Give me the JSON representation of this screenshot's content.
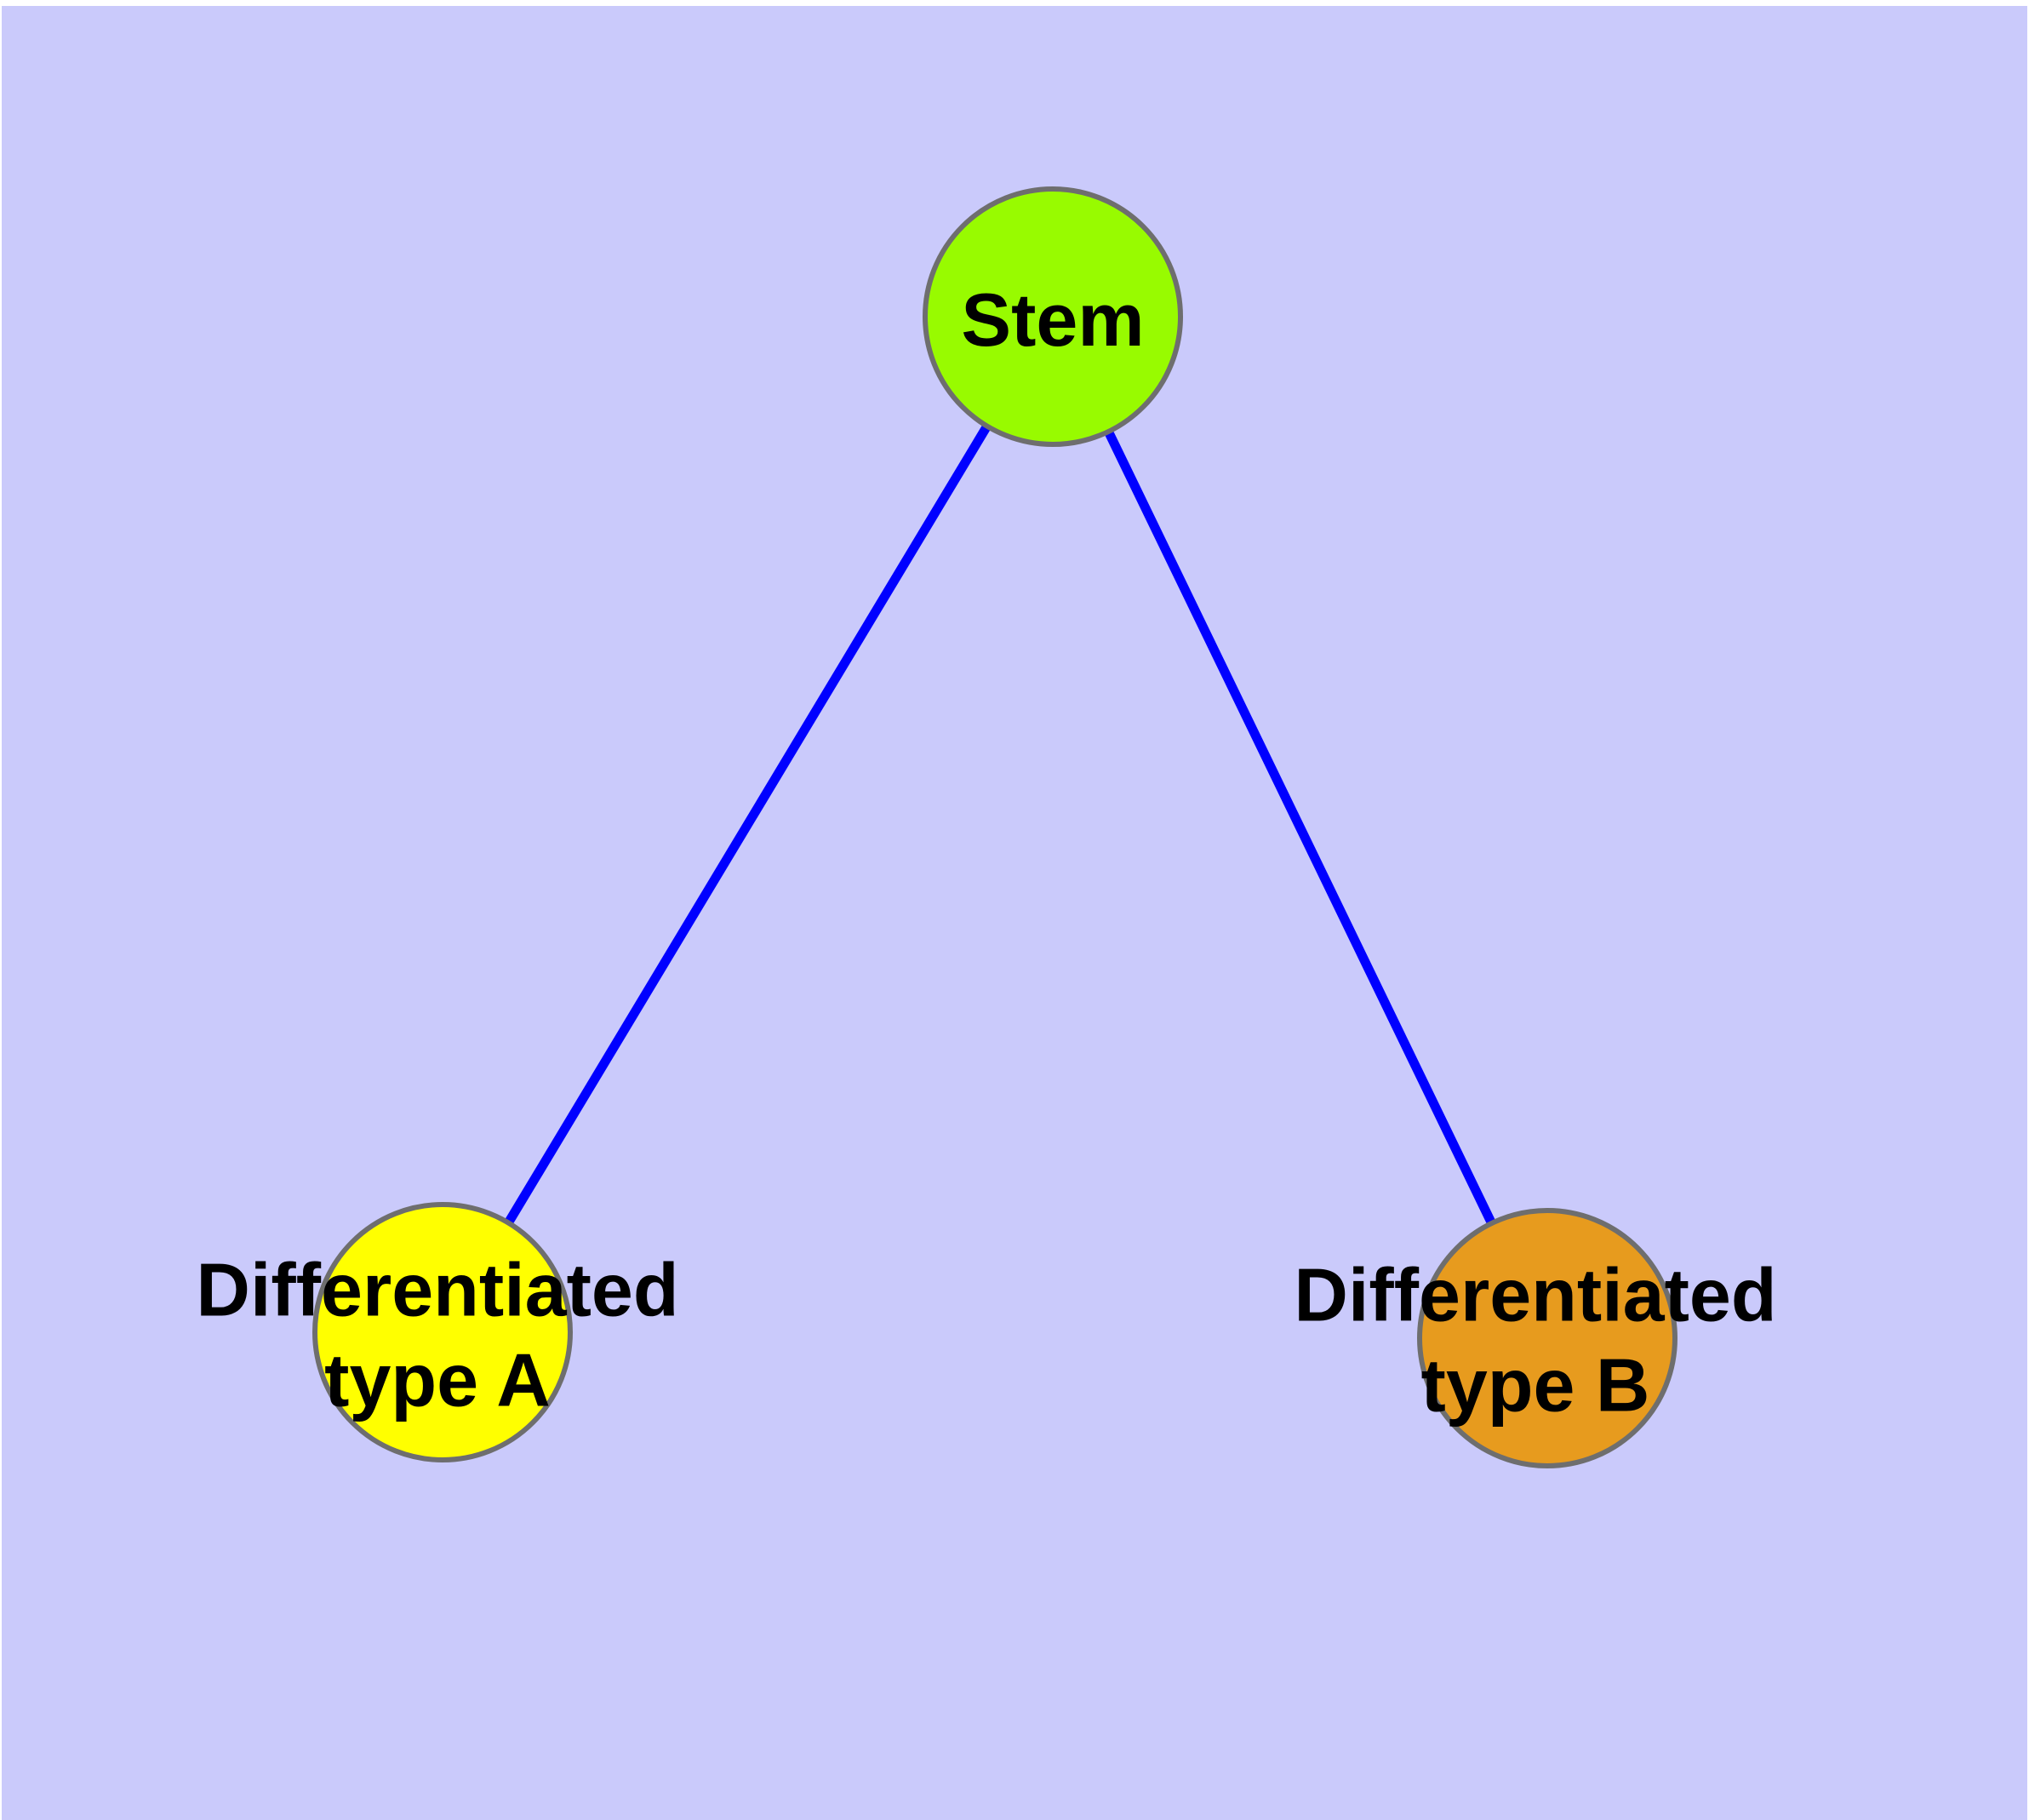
{
  "diagram": {
    "type": "graph",
    "description": "Stem cell differentiation network: one stem node with two differentiated child types",
    "colors": {
      "background": "#CACAFB",
      "frame": "#FFFFFF",
      "edge": "#0000FF",
      "node_border": "#6E6E6E",
      "label_text": "#000000"
    },
    "nodes": {
      "stem": {
        "label": "Stem",
        "fill": "#98FB00"
      },
      "type_a": {
        "label_line1": "Differentiated",
        "label_line2": "type A",
        "fill": "#FFFF00"
      },
      "type_b": {
        "label_line1": "Differentiated",
        "label_line2": "type B",
        "fill": "#E79B1E"
      }
    },
    "edges": [
      {
        "from": "Stem",
        "to": "Differentiated type A"
      },
      {
        "from": "Stem",
        "to": "Differentiated type B"
      }
    ]
  }
}
